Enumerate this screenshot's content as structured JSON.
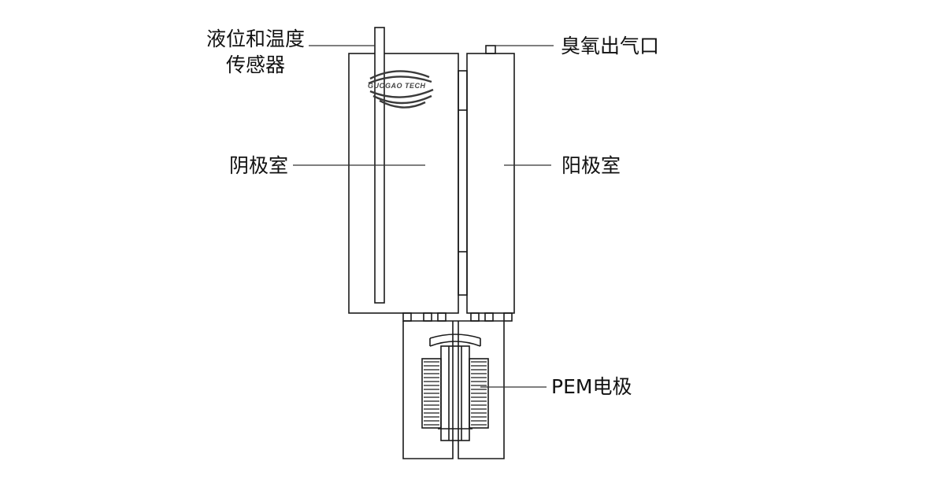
{
  "labels": {
    "sensor_line1": "液位和温度",
    "sensor_line2": "传感器",
    "ozone_outlet": "臭氧出气口",
    "cathode": "阴极室",
    "anode": "阳极室",
    "pem": "PEM电极"
  },
  "logo": {
    "text": "GUOGAO TECH"
  },
  "colors": {
    "stroke": "#1a1a1a",
    "leader": "#333333",
    "background": "#ffffff"
  }
}
